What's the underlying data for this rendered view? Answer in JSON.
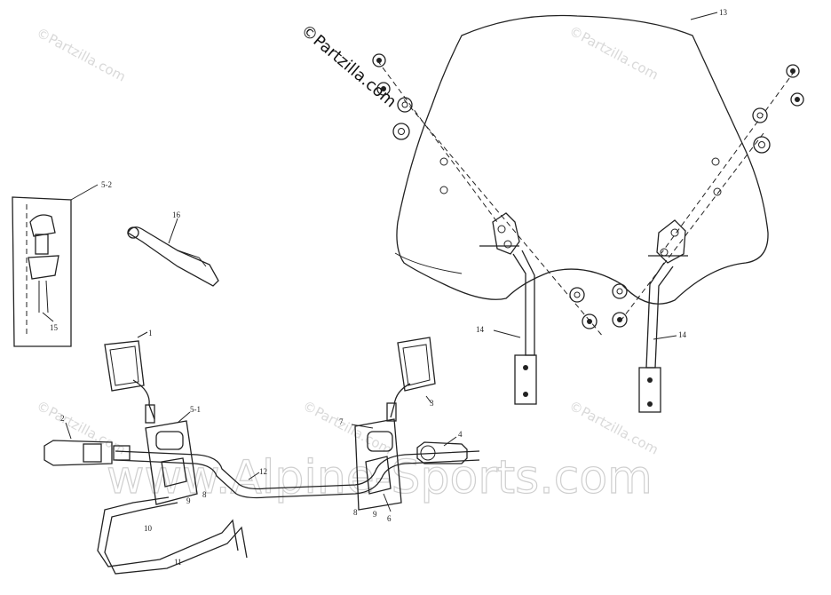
{
  "watermarks": {
    "partzilla": "©Partzilla.com",
    "alpine": "www.Alpine-Sports.com"
  },
  "labels": {
    "l1": "1",
    "l2": "2",
    "l3": "3",
    "l4": "4",
    "l5_1": "5-1",
    "l5_2": "5-2",
    "l6": "6",
    "l7": "7",
    "l8a": "8",
    "l8b": "8",
    "l9a": "9",
    "l9b": "9",
    "l10": "10",
    "l11": "11",
    "l12": "12",
    "l13": "13",
    "l14a": "14",
    "l14b": "14",
    "l15": "15",
    "l16": "16"
  }
}
